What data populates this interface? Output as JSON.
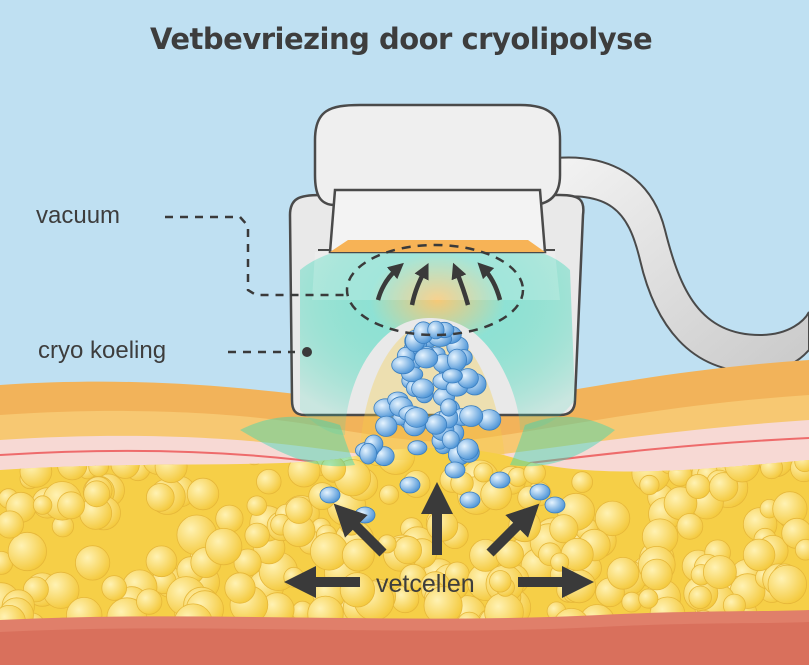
{
  "title": "Vetbevriezing door cryolipolyse",
  "labels": {
    "vacuum": "vacuum",
    "cryo_cooling": "cryo koeling",
    "fat_cells": "vetcellen"
  },
  "colors": {
    "sky": "#bfe0f2",
    "skin": "#f2b35a",
    "dermis": "#f7d9d4",
    "fat": "#f6cf47",
    "muscle": "#e07f6a",
    "frozen_cell": "#5aa3dd",
    "cooling_zone": "#37d7b4",
    "device": "#eeeeee",
    "arrow": "#3a3a3a"
  }
}
